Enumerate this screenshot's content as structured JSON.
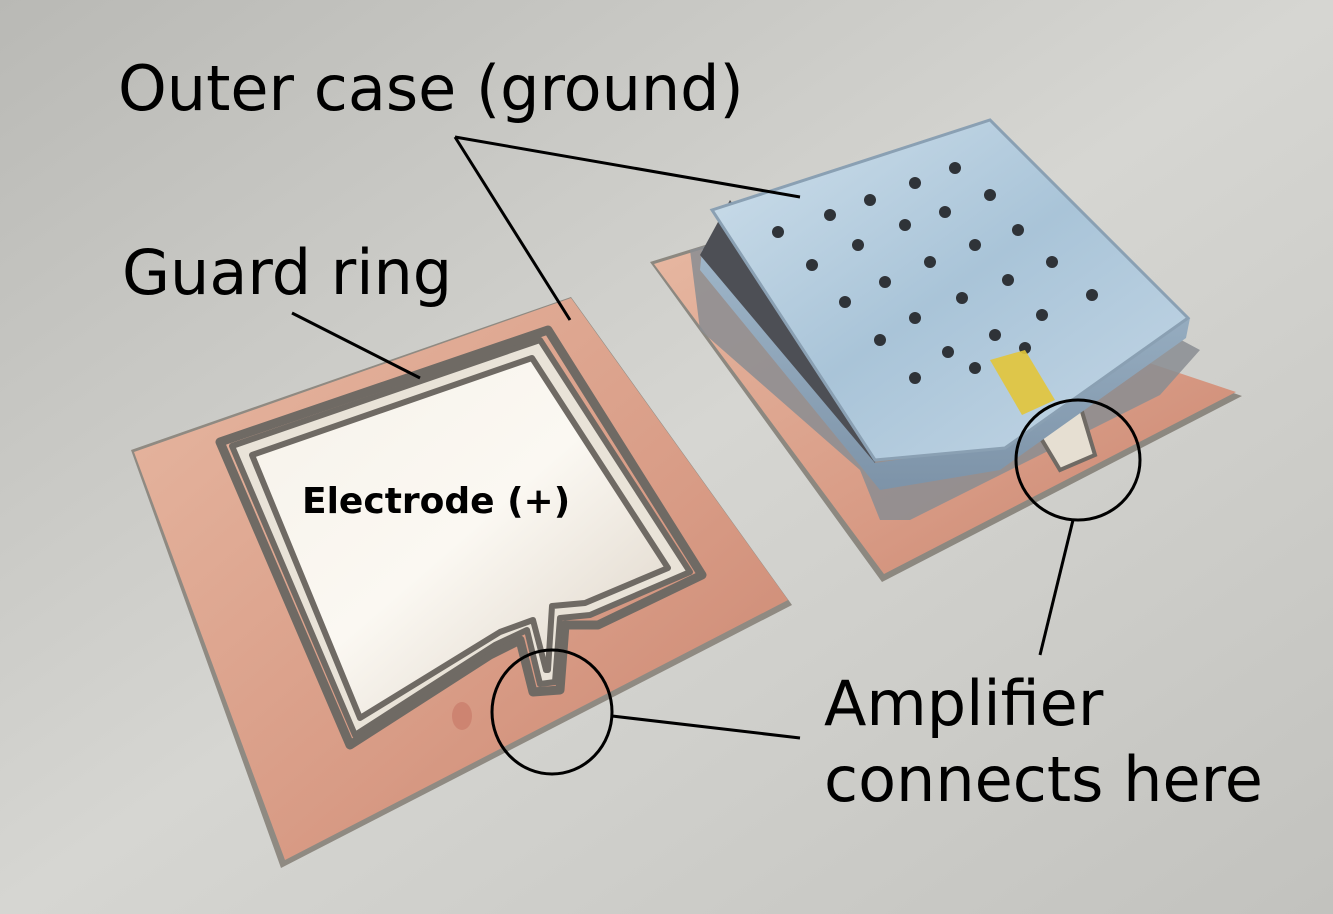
{
  "labels": {
    "outer_case": "Outer case (ground)",
    "guard_ring": "Guard ring",
    "electrode": "Electrode (+)",
    "amplifier_line1": "Amplifier",
    "amplifier_line2": "connects here"
  },
  "colors": {
    "background": "#c8c8c4",
    "copper": "#d9a48c",
    "silver_pad": "#ece8df",
    "case_blue": "#b9cfe0",
    "annotation_ink": "#000000"
  }
}
